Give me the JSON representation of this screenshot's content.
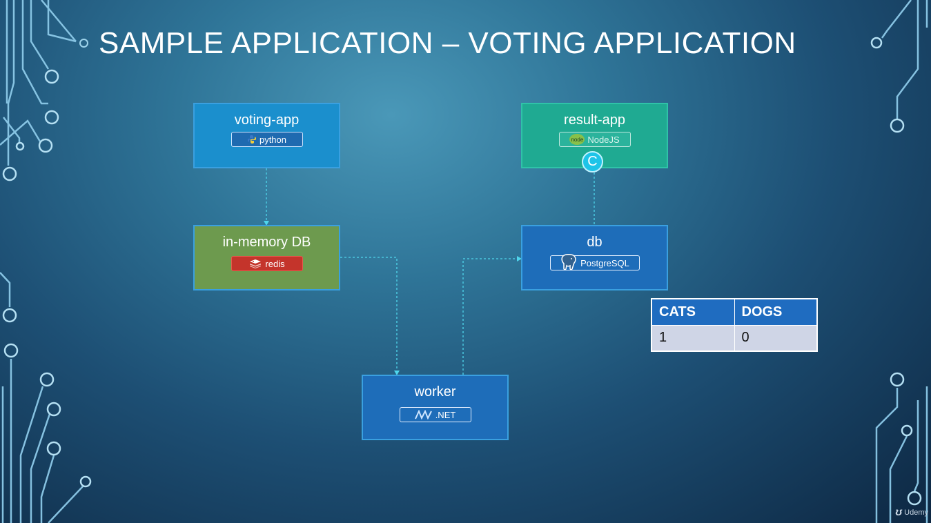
{
  "slide": {
    "title": "SAMPLE APPLICATION – VOTING APPLICATION"
  },
  "nodes": {
    "voting_app": {
      "label": "voting-app",
      "tech": "python"
    },
    "result_app": {
      "label": "result-app",
      "tech": "NodeJS",
      "tech_prefix": "node",
      "marker": "C"
    },
    "in_memory_db": {
      "label": "in-memory DB",
      "tech": "redis"
    },
    "db": {
      "label": "db",
      "tech": "PostgreSQL"
    },
    "worker": {
      "label": "worker",
      "tech": ".NET"
    }
  },
  "results_table": {
    "headers": [
      "CATS",
      "DOGS"
    ],
    "values": [
      "1",
      "0"
    ]
  },
  "watermark": {
    "text": "Udemy"
  },
  "colors": {
    "python_blue": "#1b8fcd",
    "nodejs_teal": "#1faa92",
    "redis_green": "#6d9a4e",
    "redis_red": "#c4342b",
    "postgres_blue": "#1e6db9",
    "connector": "#4fd6ec"
  }
}
